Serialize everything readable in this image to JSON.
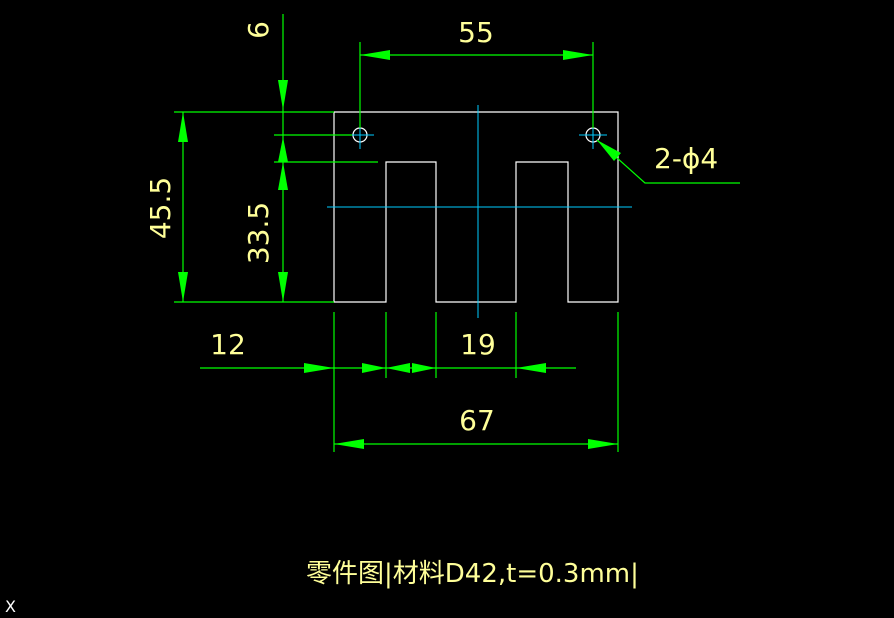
{
  "drawing": {
    "dimensions": {
      "top_width": "55",
      "top_offset": "6",
      "total_height": "45.5",
      "slot_height": "33.5",
      "hole_callout": "2-ϕ4",
      "left_width": "12",
      "slot_width": "19",
      "total_width": "67"
    },
    "caption": "零件图|材料D42,t=0.3mm|",
    "corner_mark": "X"
  },
  "colors": {
    "background": "#000000",
    "geometry": "#ffffff",
    "dimension": "#00ff00",
    "centerline": "#00ccff",
    "text": "#ffff99"
  }
}
